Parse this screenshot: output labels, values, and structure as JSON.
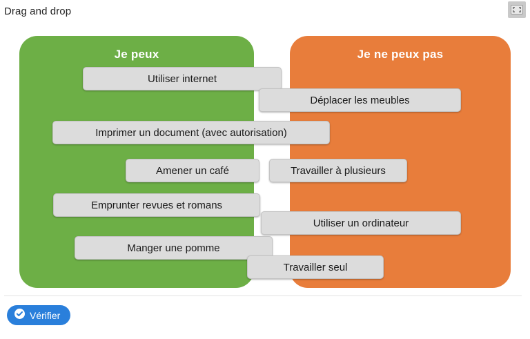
{
  "exercise": {
    "title": "Drag and drop",
    "fullscreen_icon": "fullscreen-expand-icon"
  },
  "board": {
    "zones": [
      {
        "id": "can",
        "label": "Je peux",
        "color": "#6DAF46"
      },
      {
        "id": "cannot",
        "label": "Je ne peux pas",
        "color": "#E87D3B"
      }
    ],
    "chips": [
      {
        "label": "Utiliser internet"
      },
      {
        "label": "Déplacer les meubles"
      },
      {
        "label": "Imprimer un document (avec autorisation)"
      },
      {
        "label": "Amener un café"
      },
      {
        "label": "Travailler à plusieurs"
      },
      {
        "label": "Emprunter revues et romans"
      },
      {
        "label": "Utiliser un ordinateur"
      },
      {
        "label": "Manger une pomme"
      },
      {
        "label": "Travailler seul"
      }
    ]
  },
  "footer": {
    "verify_label": "Vérifier",
    "verify_icon": "check-circle-icon",
    "verify_color": "#2a7fdb"
  }
}
